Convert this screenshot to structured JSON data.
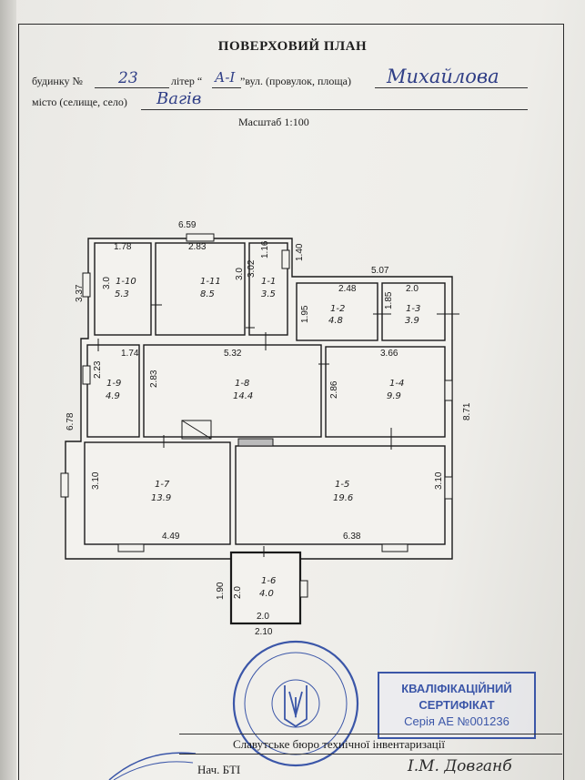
{
  "header": {
    "title": "ПОВЕРХОВИЙ ПЛАН",
    "house_label": "будинку №",
    "house_no": "23",
    "liter_label": "літер “",
    "liter_value": "А-I",
    "street_label": "”вул. (провулок, площа)",
    "street_value": "Михайлова",
    "city_label": "місто (селище, село)",
    "city_value": "Вагів",
    "scale": "Масштаб 1:100"
  },
  "plan": {
    "dimensions": {
      "top_overall": "6.59",
      "r10_width": "1.78",
      "r11_width": "2.83",
      "r1_width": "1.16",
      "r1_side": "1.40",
      "wing_width": "5.07",
      "r2_width": "2.48",
      "r3_width": "2.0",
      "left_side_top": "3.37",
      "r10_height": "3.0",
      "r11_height": "3.0",
      "r1_height": "3.02",
      "r2_height": "1.95",
      "r3_height": "1.85",
      "r9_top": "1.74",
      "r8_width": "5.32",
      "r4_width": "3.66",
      "r9_height": "2.23",
      "r8_height": "2.83",
      "r4_height": "2.86",
      "right_overall": "8.71",
      "left_overall": "6.78",
      "r7_height": "3.10",
      "r5_height": "3.10",
      "r7_width": "4.49",
      "r5_width": "6.38",
      "r6_height_outer": "1.90",
      "r6_height": "2.0",
      "r6_width": "2.0",
      "r6_width_outer": "2.10"
    },
    "rooms": [
      {
        "id": "1-10",
        "area": "5.3"
      },
      {
        "id": "1-11",
        "area": "8.5"
      },
      {
        "id": "1-1",
        "area": "3.5"
      },
      {
        "id": "1-2",
        "area": "4.8"
      },
      {
        "id": "1-3",
        "area": "3.9"
      },
      {
        "id": "1-9",
        "area": "4.9"
      },
      {
        "id": "1-8",
        "area": "14.4"
      },
      {
        "id": "1-4",
        "area": "9.9"
      },
      {
        "id": "1-7",
        "area": "13.9"
      },
      {
        "id": "1-5",
        "area": "19.6"
      },
      {
        "id": "1-6",
        "area": "4.0"
      }
    ]
  },
  "certificate": {
    "line1": "КВАЛІФІКАЦІЙНИЙ",
    "line2": "СЕРТИФІКАТ",
    "line3": "Серія АЕ №001236"
  },
  "footer": {
    "bureau": "Славутське бюро технічної інвентаризації",
    "head_label": "Нач. БТІ",
    "signature_name": "І.М. Довганб"
  },
  "colors": {
    "ink": "#1d1d1d",
    "handwriting": "#2f3e86",
    "stamp": "#3b56a8"
  }
}
